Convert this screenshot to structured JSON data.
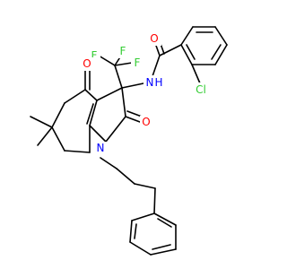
{
  "colors": {
    "carbon": "#000000",
    "oxygen": "#ff0000",
    "nitrogen": "#0000ff",
    "fluorine": "#33cc33",
    "chlorine": "#33cc33",
    "background": "#ffffff"
  },
  "atoms": {
    "o_amide": "O",
    "n_amide": "N",
    "h_amide": "H",
    "cl": "Cl",
    "f1": "F",
    "f2": "F",
    "f3": "F",
    "o_ketone": "O",
    "o_lactam": "O",
    "n_ring": "N"
  }
}
